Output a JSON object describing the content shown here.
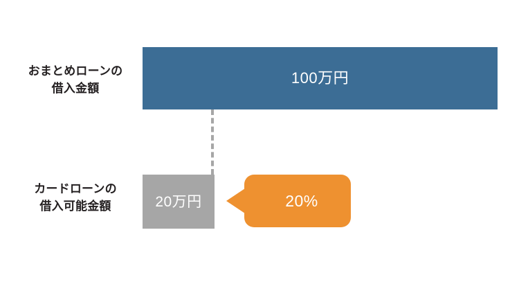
{
  "chart_data": {
    "type": "bar",
    "title": "",
    "xlabel": "",
    "ylabel": "",
    "orientation": "horizontal",
    "grid": false,
    "legend": null,
    "categories": [
      "おまとめローンの借入金額",
      "カードローンの借入可能金額"
    ],
    "values": [
      100,
      20
    ],
    "value_unit": "万円",
    "xlim": [
      0,
      100
    ],
    "data_labels": [
      "100万円",
      "20万円"
    ],
    "annotations": [
      {
        "text": "20%",
        "style": "speech-bubble",
        "points_to": "カードローンの借入可能金額",
        "color": "#ee9130"
      }
    ],
    "connector": {
      "style": "dashed",
      "color": "#a6a6a6",
      "from": "カードローンの借入可能金額",
      "to": "おまとめローンの借入金額"
    },
    "colors": {
      "bar_loan": "#3c6d95",
      "bar_cardloan": "#a6a6a6",
      "callout": "#ee9130",
      "label_text": "#231f20",
      "value_text": "#ffffff",
      "background": "#ffffff"
    }
  },
  "labels": {
    "loan": {
      "line1": "おまとめローンの",
      "line2": "借入金額"
    },
    "cardloan": {
      "line1": "カードローンの",
      "line2": "借入可能金額"
    }
  },
  "bars": {
    "loan": {
      "value_label": "100万円"
    },
    "cardloan": {
      "value_label": "20万円"
    }
  },
  "callout": {
    "value_label": "20%"
  }
}
